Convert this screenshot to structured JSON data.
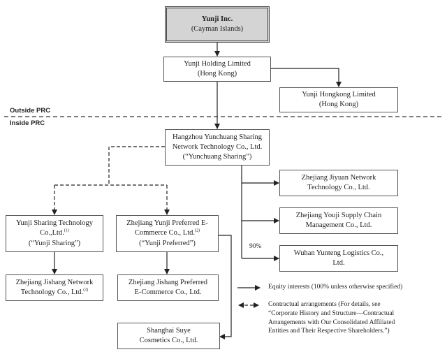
{
  "regions": {
    "outside": "Outside PRC",
    "inside": "Inside PRC"
  },
  "entities": {
    "yunji_inc": {
      "name": "Yunji Inc.",
      "place": "(Cayman Islands)"
    },
    "yunji_holding": {
      "name": "Yunji Holding Limited",
      "place": "(Hong Kong)"
    },
    "yunji_hongkong": {
      "name": "Yunji Hongkong Limited",
      "place": "(Hong Kong)"
    },
    "yunchuang": {
      "line1": "Hangzhou Yunchuang Sharing",
      "line2": "Network Technology Co., Ltd.",
      "line3": "(“Yunchuang Sharing”)"
    },
    "jiyuan": {
      "line1": "Zhejiang Jiyuan Network",
      "line2": "Technology Co., Ltd."
    },
    "youji": {
      "line1": "Zhejiang Youji Supply Chain",
      "line2": "Management Co., Ltd."
    },
    "yunteng": {
      "line1": "Wuhan Yunteng Logistics Co.,",
      "line2": "Ltd."
    },
    "yunji_sharing": {
      "line1": "Yunji Sharing Technology",
      "line2": "Co.,Ltd.",
      "note": "(1)",
      "line3": "(“Yunji Sharing”)"
    },
    "yunji_preferred": {
      "line1": "Zhejiang Yunji Preferred E-",
      "line2": "Commerce Co., Ltd.",
      "note": "(2)",
      "line3": "(“Yunji Preferred”)"
    },
    "jishang_network": {
      "line1": "Zhejiang Jishang Network",
      "line2": "Technology Co., Ltd.",
      "note": "(3)"
    },
    "jishang_preferred": {
      "line1": "Zhejiang Jishang Preferred",
      "line2": "E-Commerce Co., Ltd."
    },
    "suye": {
      "line1": "Shanghai Suye",
      "line2": "Cosmetics Co., Ltd."
    }
  },
  "ownership_labels": {
    "yunteng": "90%"
  },
  "legend": {
    "equity": "Equity interests (100% unless otherwise specified)",
    "contractual_lines": [
      "Contractual arrangements (For details, see",
      "“Corporate History and Structure—Contractual",
      "Arrangements with Our Consolidated Affiliated",
      "Entities and Their Respective Shareholders.”)"
    ]
  }
}
